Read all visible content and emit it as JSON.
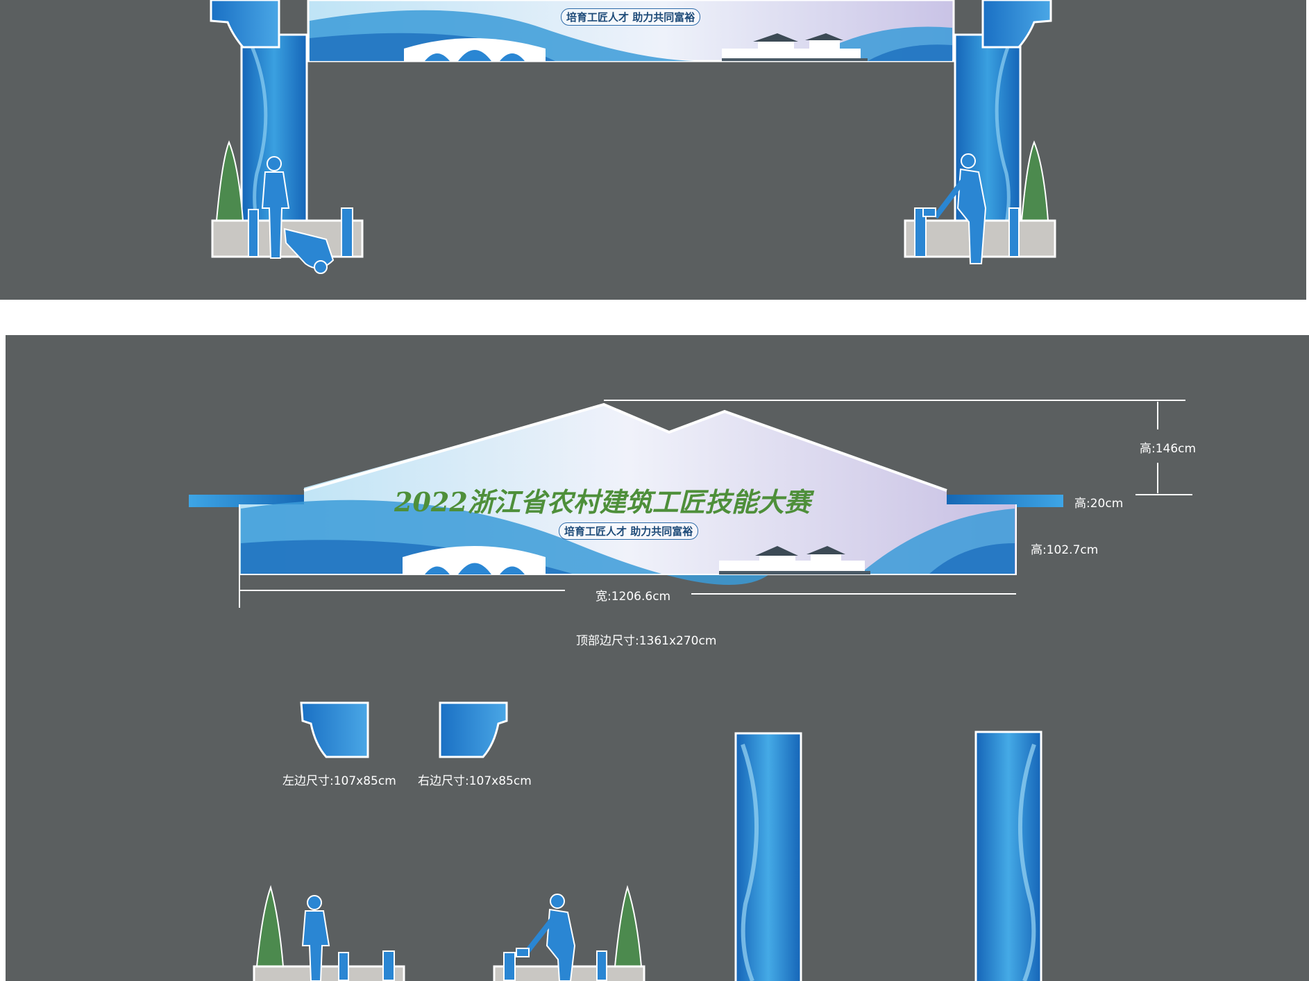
{
  "banner": {
    "title": "2022浙江省农村建筑工匠技能大赛",
    "slogan": "培育工匠人才  助力共同富裕"
  },
  "dimensions": {
    "height_top": "高:146cm",
    "height_side_strip": "高:20cm",
    "height_banner": "高:102.7cm",
    "width_banner": "宽:1206.6cm",
    "top_edge_size": "顶部边尺寸:1361x270cm",
    "left_cap_size": "左边尺寸:107x85cm",
    "right_cap_size": "右边尺寸:107x85cm"
  },
  "colors": {
    "background_panel": "#5b5f60",
    "accent_blue": "#1f78c8",
    "title_green": "#4e8f3a",
    "tree_green": "#4c8a4e",
    "planter_gray": "#c9c7c3"
  }
}
